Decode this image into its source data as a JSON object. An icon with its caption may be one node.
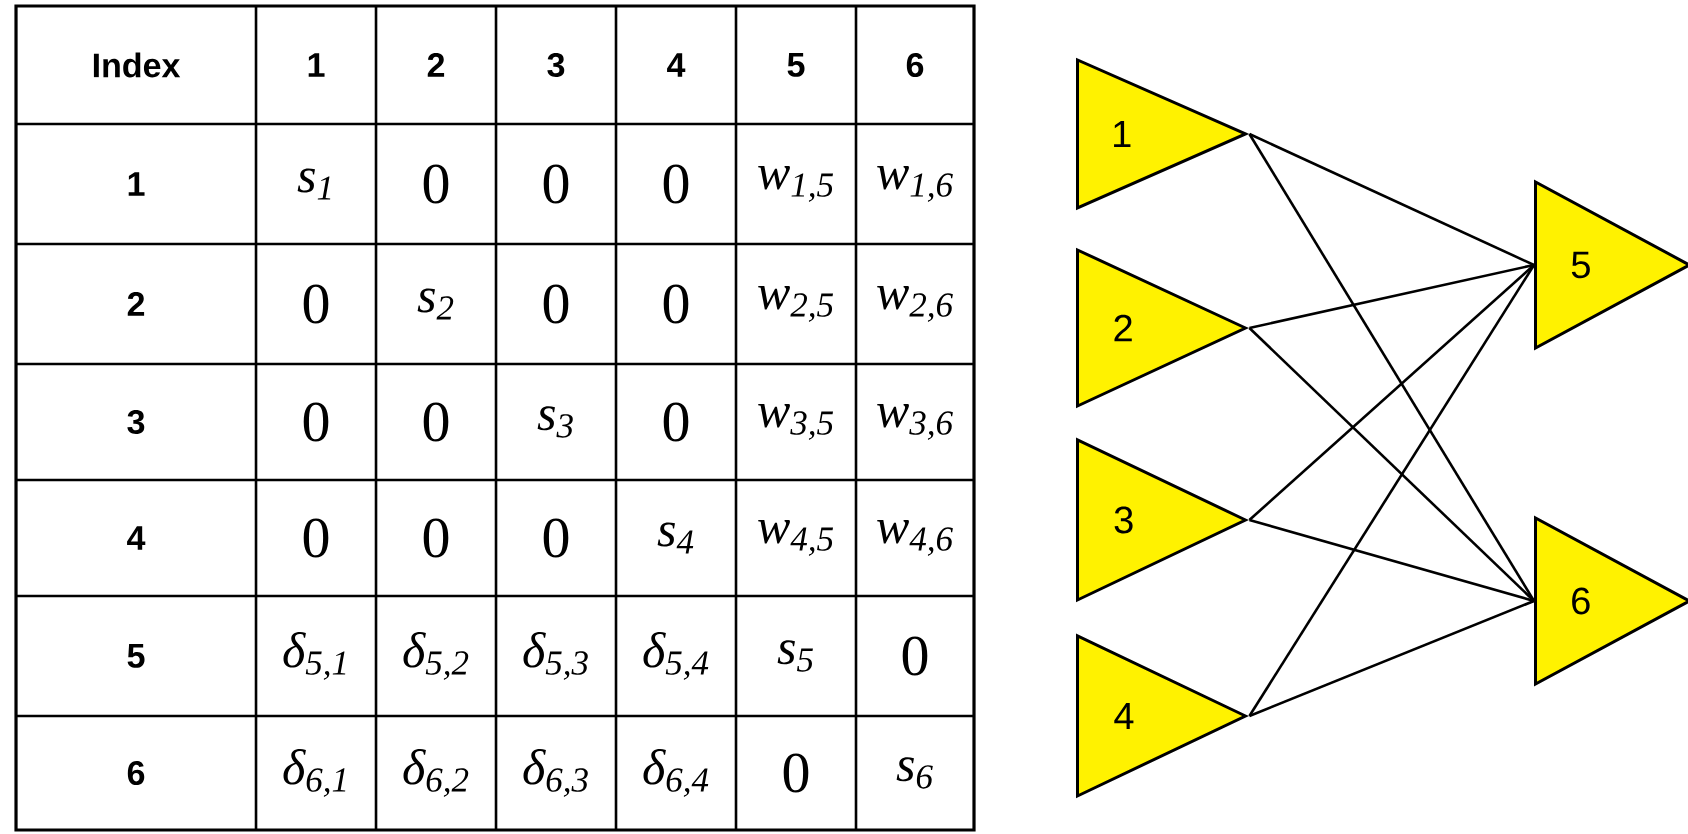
{
  "diagram": {
    "nodes": [
      {
        "text": [
          "1"
        ]
      },
      {
        "text": [
          "2"
        ]
      },
      {
        "text": [
          "3"
        ]
      },
      {
        "text": [
          "4"
        ]
      },
      {
        "text": [
          "5"
        ]
      },
      {
        "text": [
          "6"
        ]
      }
    ],
    "edges": [
      {
        "from": 0,
        "to": 4,
        "arrow": "none"
      },
      {
        "from": 0,
        "to": 5,
        "arrow": "none"
      },
      {
        "from": 1,
        "to": 4,
        "arrow": "none"
      },
      {
        "from": 1,
        "to": 5,
        "arrow": "none"
      },
      {
        "from": 2,
        "to": 4,
        "arrow": "none"
      },
      {
        "from": 2,
        "to": 5,
        "arrow": "none"
      },
      {
        "from": 3,
        "to": 4,
        "arrow": "none"
      },
      {
        "from": 3,
        "to": 5,
        "arrow": "none"
      }
    ],
    "labels": [
      "Index",
      "1",
      "2",
      "3",
      "4",
      "5",
      "6",
      "1",
      "s$_{1}$",
      "0",
      "0",
      "0",
      "w$_{1,5}$",
      "w$_{1,6}$",
      "2",
      "0",
      "s$_{2}$",
      "0",
      "0",
      "w$_{2,5}$",
      "w$_{2,6}$",
      "3",
      "0",
      "0",
      "s$_{3}$",
      "0",
      "w$_{3,5}$",
      "w$_{3,6}$",
      "4",
      "0",
      "0",
      "0",
      "s$_{4}$",
      "w$_{4,5}$",
      "w$_{4,6}$",
      "5",
      "δ$_{5,1}$",
      "δ$_{5,2}$",
      "δ$_{5,3}$",
      "δ$_{5,4}$",
      "s$_{5}$",
      "0",
      "6",
      "δ$_{6,1}$",
      "δ$_{6,2}$",
      "δ$_{6,3}$",
      "δ$_{6,4}$",
      "0",
      "s$_{6}$"
    ]
  }
}
